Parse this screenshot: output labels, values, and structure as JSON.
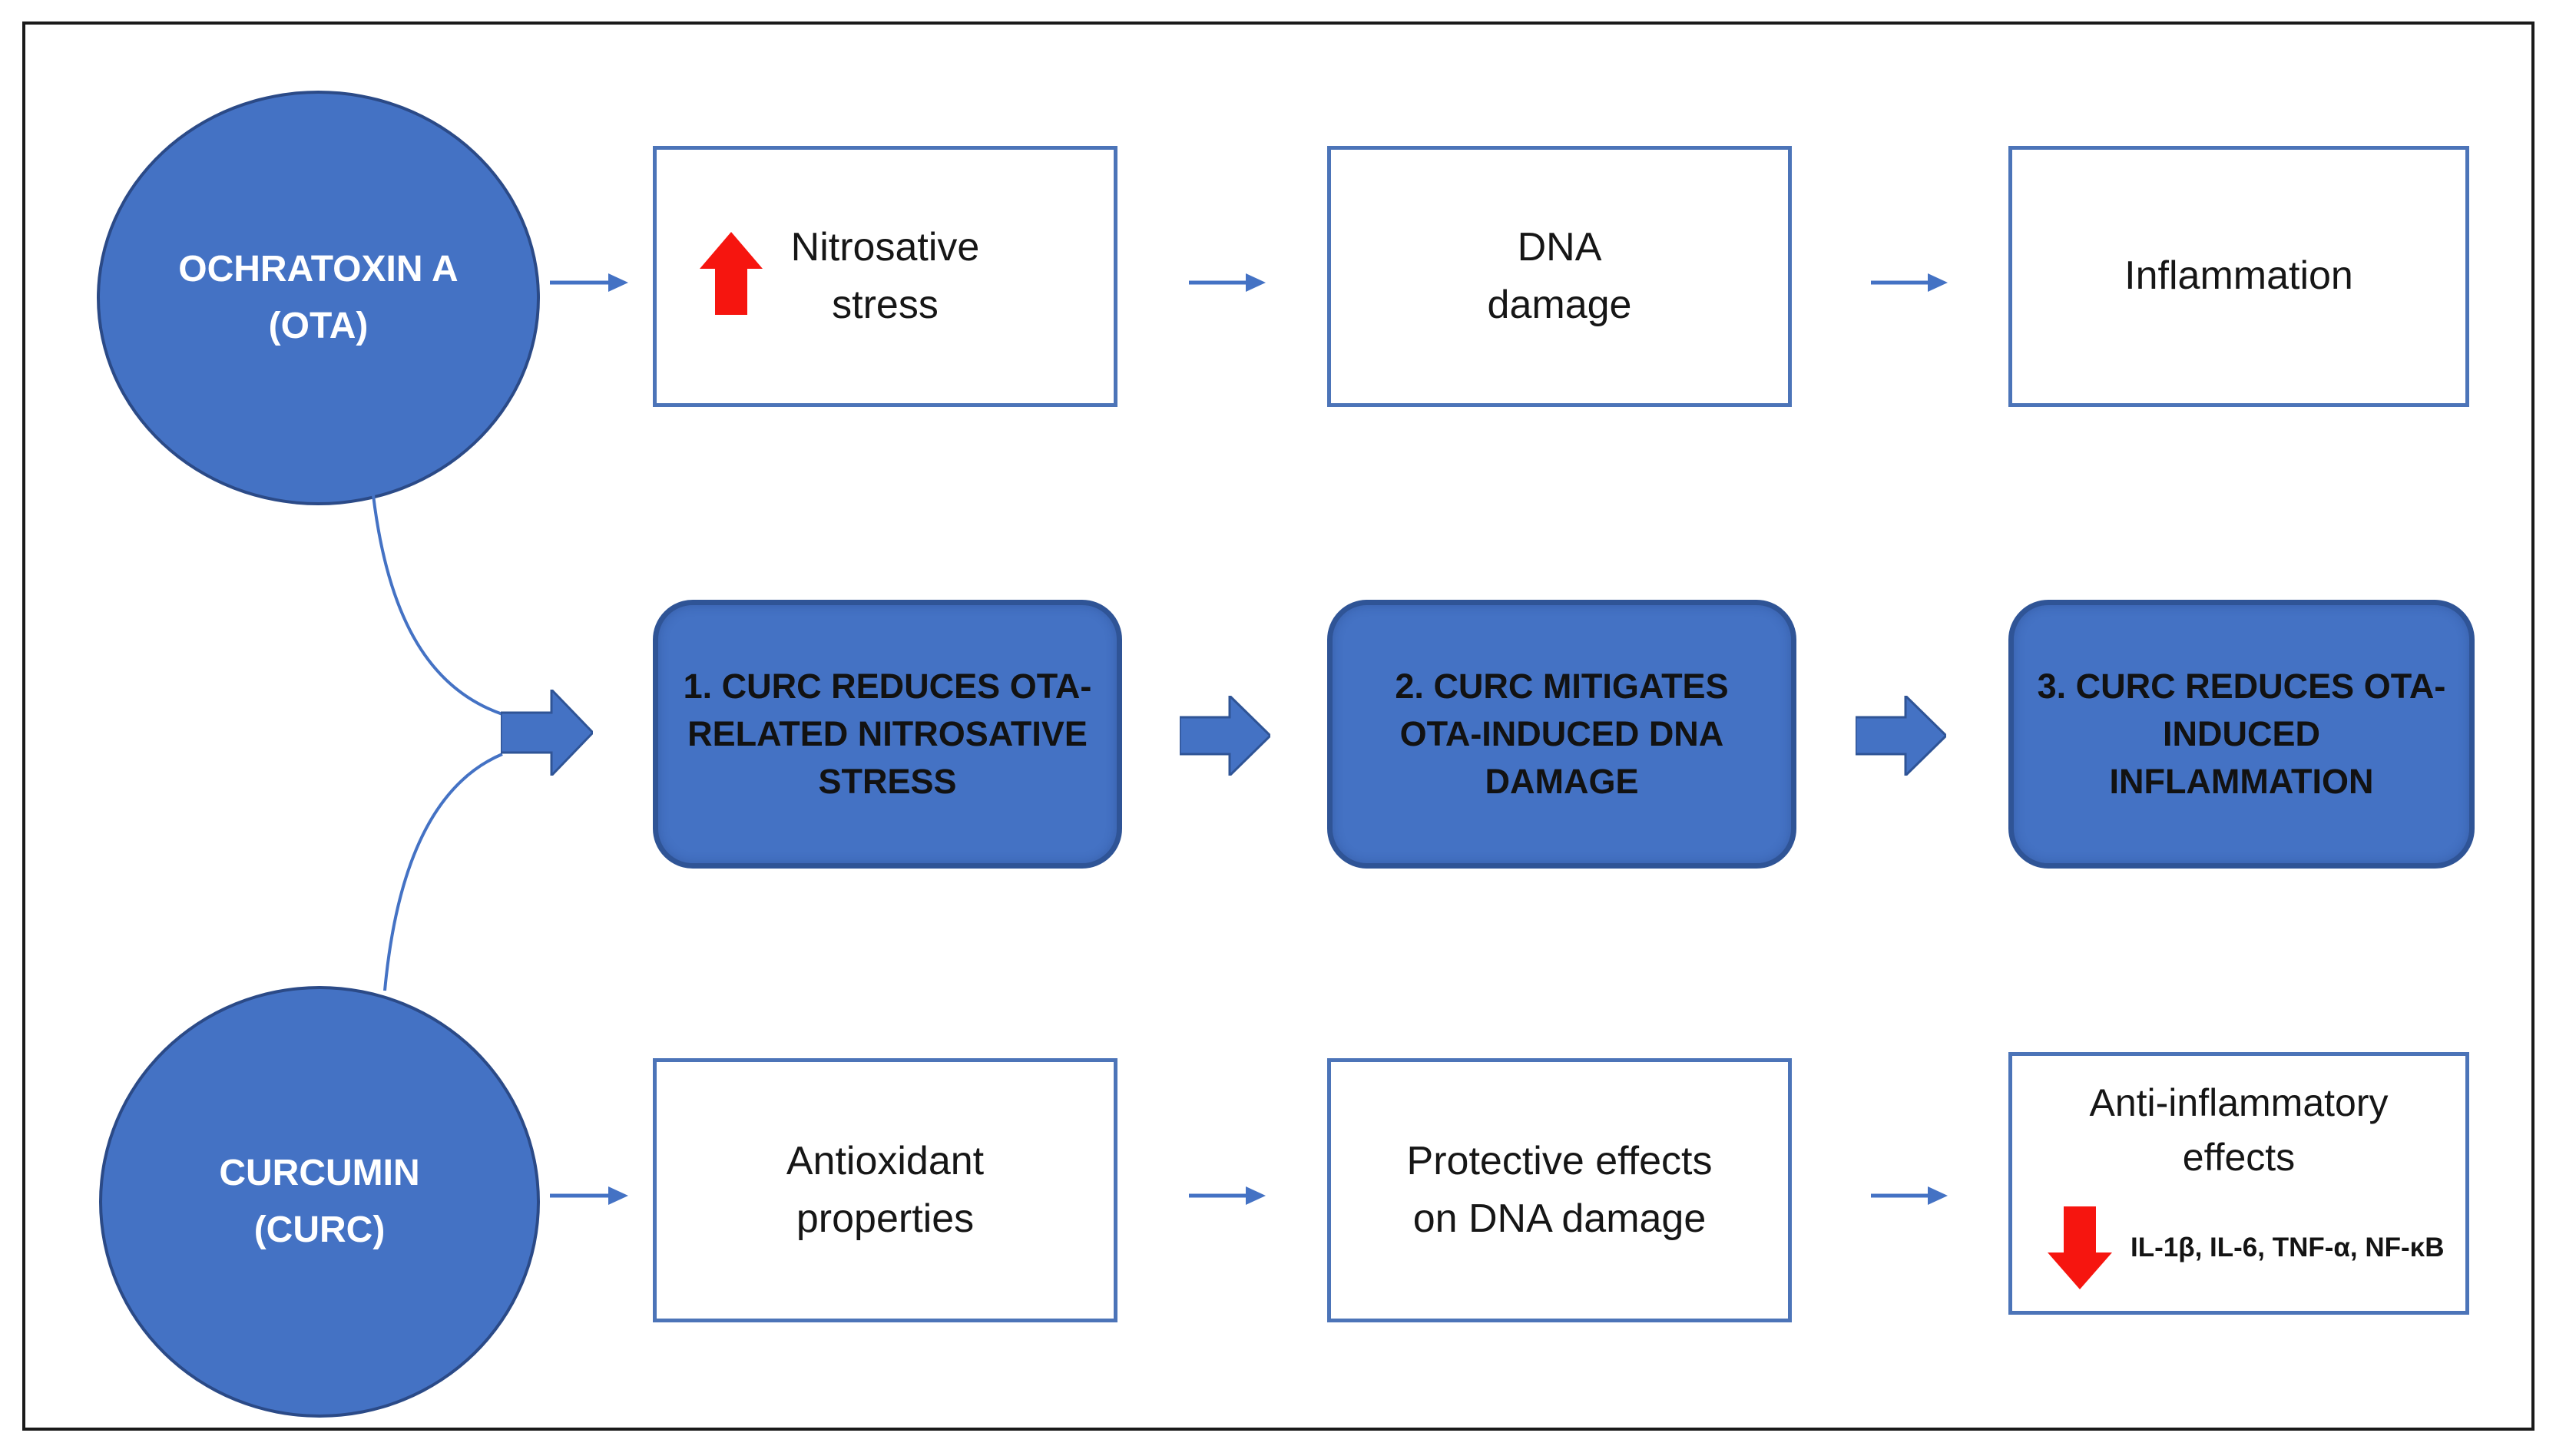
{
  "figure": {
    "colors": {
      "accent_blue": "#4472C4",
      "accent_blue_dark": "#2F5496",
      "box_border_blue": "#4C74B8",
      "red": "#F6150F",
      "frame": "#1a1a1a"
    },
    "sources": {
      "ota": {
        "lines": [
          "OCHRATOXIN A",
          "(OTA)"
        ]
      },
      "curc": {
        "lines": [
          "CURCUMIN",
          "(CURC)"
        ]
      }
    },
    "ota_pathway": [
      {
        "id": "nitrosative-stress",
        "lines": [
          "Nitrosative",
          "stress"
        ],
        "marker": "red-up-arrow"
      },
      {
        "id": "dna-damage",
        "lines": [
          "DNA",
          "damage"
        ]
      },
      {
        "id": "inflammation",
        "lines": [
          "Inflammation"
        ]
      }
    ],
    "curc_effects": [
      {
        "id": "curc-effect-1",
        "lines": [
          "1. CURC REDUCES OTA-",
          "RELATED NITROSATIVE",
          "STRESS"
        ]
      },
      {
        "id": "curc-effect-2",
        "lines": [
          "2. CURC MITIGATES",
          "OTA-INDUCED DNA",
          "DAMAGE"
        ]
      },
      {
        "id": "curc-effect-3",
        "lines": [
          "3. CURC REDUCES OTA-",
          "INDUCED",
          "INFLAMMATION"
        ]
      }
    ],
    "curc_pathway": [
      {
        "id": "antioxidant",
        "lines": [
          "Antioxidant",
          "properties"
        ]
      },
      {
        "id": "protective",
        "lines": [
          "Protective effects",
          "on DNA damage"
        ]
      },
      {
        "id": "anti-inflammatory",
        "lines": [
          "Anti-inflammatory",
          "effects"
        ],
        "cytokines": "IL-1β, IL-6, TNF-α, NF-κB",
        "marker": "red-down-arrow"
      }
    ]
  }
}
